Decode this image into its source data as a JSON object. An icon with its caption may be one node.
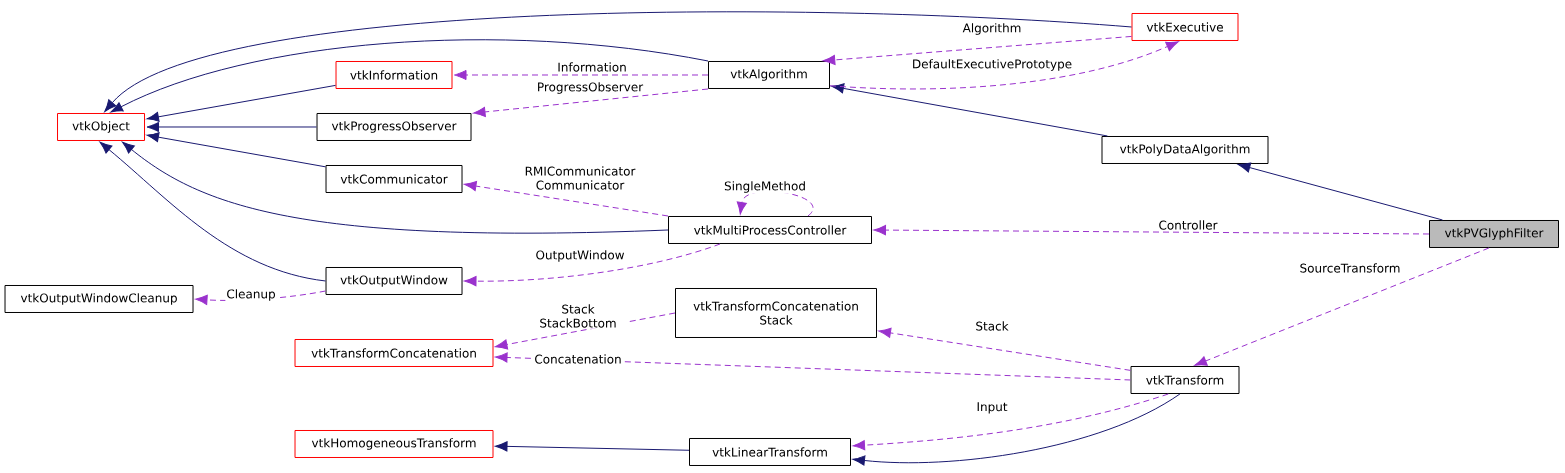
{
  "diagram": {
    "nodes": [
      {
        "text": [
          "vtkObject"
        ]
      },
      {
        "text": [
          "vtkInformation"
        ]
      },
      {
        "text": [
          "vtkProgressObserver"
        ]
      },
      {
        "text": [
          "vtkCommunicator"
        ]
      },
      {
        "text": [
          "vtkOutputWindow"
        ]
      },
      {
        "text": [
          "vtkOutputWindowCleanup"
        ]
      },
      {
        "text": [
          "vtkTransformConcatenation"
        ]
      },
      {
        "text": [
          "vtkHomogeneousTransform"
        ]
      },
      {
        "text": [
          "vtkAlgorithm"
        ]
      },
      {
        "text": [
          "vtkMultiProcessController"
        ]
      },
      {
        "text": [
          "vtkTransformConcatenation Stack"
        ]
      },
      {
        "text": [
          "vtkLinearTransform"
        ]
      },
      {
        "text": [
          "vtkExecutive"
        ]
      },
      {
        "text": [
          "vtkPolyDataAlgorithm"
        ]
      },
      {
        "text": [
          "vtkPVGlyphFilter"
        ]
      },
      {
        "text": [
          "vtkTransform"
        ]
      }
    ],
    "edges": [
      {
        "from": 1,
        "to": 0,
        "arrow": "to",
        "color": "#191970"
      },
      {
        "from": 2,
        "to": 0,
        "arrow": "to",
        "color": "#191970"
      },
      {
        "from": 3,
        "to": 0,
        "arrow": "to",
        "color": "#191970"
      },
      {
        "from": 9,
        "to": 0,
        "arrow": "to",
        "color": "#191970"
      },
      {
        "from": 4,
        "to": 0,
        "arrow": "to",
        "color": "#191970"
      },
      {
        "from": 8,
        "to": 0,
        "arrow": "to",
        "color": "#191970"
      },
      {
        "from": 12,
        "to": 0,
        "arrow": "to",
        "color": "#191970"
      },
      {
        "from": 13,
        "to": 8,
        "arrow": "to",
        "color": "#191970"
      },
      {
        "from": 14,
        "to": 13,
        "arrow": "to",
        "color": "#191970"
      },
      {
        "from": 11,
        "to": 7,
        "arrow": "to",
        "color": "#191970"
      },
      {
        "from": 15,
        "to": 11,
        "arrow": "to",
        "color": "#191970"
      },
      {
        "from": 8,
        "to": 1,
        "arrow": "to",
        "style": "dashed",
        "label": "Information"
      },
      {
        "from": 8,
        "to": 2,
        "arrow": "to",
        "style": "dashed",
        "label": "ProgressObserver"
      },
      {
        "from": 12,
        "to": 8,
        "arrow": "to",
        "style": "dashed",
        "label": "Algorithm"
      },
      {
        "from": 8,
        "to": 12,
        "arrow": "to",
        "style": "dashed",
        "label": "DefaultExecutivePrototype"
      },
      {
        "from": 9,
        "to": 3,
        "arrow": "to",
        "style": "dashed",
        "label": "RMICommunicator Communicator"
      },
      {
        "from": 9,
        "to": 9,
        "arrow": "to",
        "style": "dashed",
        "label": "SingleMethod"
      },
      {
        "from": 9,
        "to": 4,
        "arrow": "to",
        "style": "dashed",
        "label": "OutputWindow"
      },
      {
        "from": 4,
        "to": 5,
        "arrow": "to",
        "style": "dashed",
        "label": "Cleanup"
      },
      {
        "from": 10,
        "to": 6,
        "arrow": "to",
        "style": "dashed",
        "label": "Stack StackBottom"
      },
      {
        "from": 15,
        "to": 10,
        "arrow": "to",
        "style": "dashed",
        "label": "Stack"
      },
      {
        "from": 15,
        "to": 6,
        "arrow": "to",
        "style": "dashed",
        "label": "Concatenation"
      },
      {
        "from": 15,
        "to": 11,
        "arrow": "to",
        "style": "dashed",
        "label": "Input"
      },
      {
        "from": 14,
        "to": 9,
        "arrow": "to",
        "style": "dashed",
        "label": "Controller"
      },
      {
        "from": 14,
        "to": 15,
        "arrow": "to",
        "style": "dashed",
        "label": "SourceTransform"
      }
    ]
  }
}
